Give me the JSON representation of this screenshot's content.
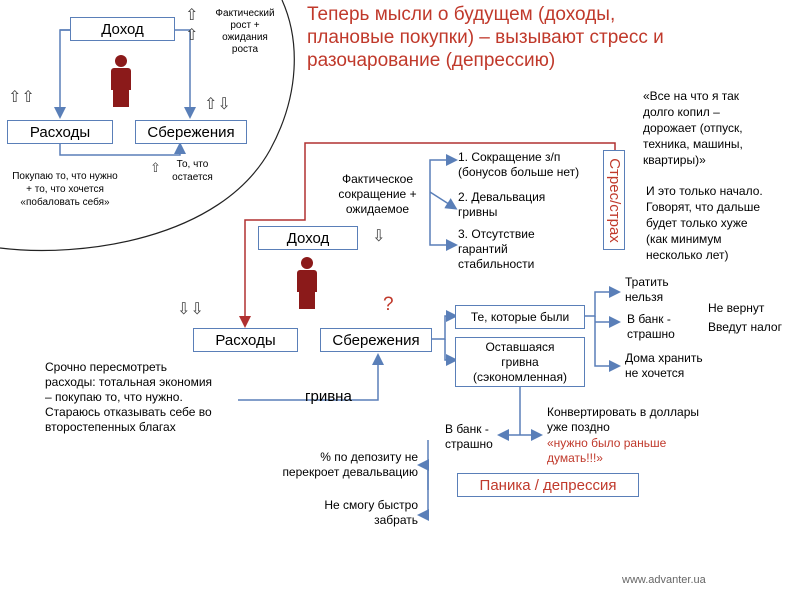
{
  "title": "Теперь мысли о будущем (доходы,\nплановые покупки) – вызывают стресс и\nразочарование (депрессию)",
  "past": {
    "income": "Доход",
    "income_note": "Фактический\nрост +\nожидания\nроста",
    "expenses": "Расходы",
    "savings": "Сбережения",
    "expenses_note": "Покупаю то, что нужно\n+ то, что хочется\n«побаловать себя»",
    "savings_note": "То, что\nостается"
  },
  "present": {
    "income": "Доход",
    "income_note": "Фактическое\nсокращение +\nожидаемое",
    "reason1": "1. Сокращение з/п\n(бонусов больше нет)",
    "reason2": "2. Девальвация\nгривны",
    "reason3": "3. Отсутствие\nгарантий\nстабильности",
    "stress": "Стрес/страх",
    "expenses": "Расходы",
    "savings": "Сбережения",
    "question": "?",
    "expenses_note": "Срочно пересмотреть\nрасходы: тотальная экономия\n– покупаю то, что нужно.\nСтараюсь отказывать себе во\nвторостепенных благах",
    "hryvnia": "гривна",
    "old_savings": "Те, которые были",
    "remaining": "Оставшаяся\nгривна\n(сэкономленная)",
    "cant_spend": "Тратить\nнельзя",
    "to_bank": "В банк -\nстрашно",
    "keep_home": "Дома хранить\nне хочется",
    "wont_return": "Не вернут",
    "levy_tax": "Введут налог",
    "convert": "Конвертировать в доллары\nуже поздно",
    "convert_red": "«нужно было раньше\nдумать!!!»",
    "bank2": "В банк -\nстрашно",
    "deposit": "% по депозиту не\nперекроет девальвацию",
    "withdraw": "Не смогу быстро\nзабрать",
    "panic": "Паника / депрессия"
  },
  "quote1": "«Все на что я так\nдолго копил –\nдорожает (отпуск,\nтехника, машины,\nквартиры)»",
  "quote2": "И это только начало.\nГоворят, что дальше\nбудет только хуже\n(как минимум\nнесколько лет)",
  "footer": "www.advanter.ua",
  "colors": {
    "box_border": "#5a7fb8",
    "arrow": "#5a7fb8",
    "red": "#c0392b",
    "figure": "#8b1a1a"
  }
}
